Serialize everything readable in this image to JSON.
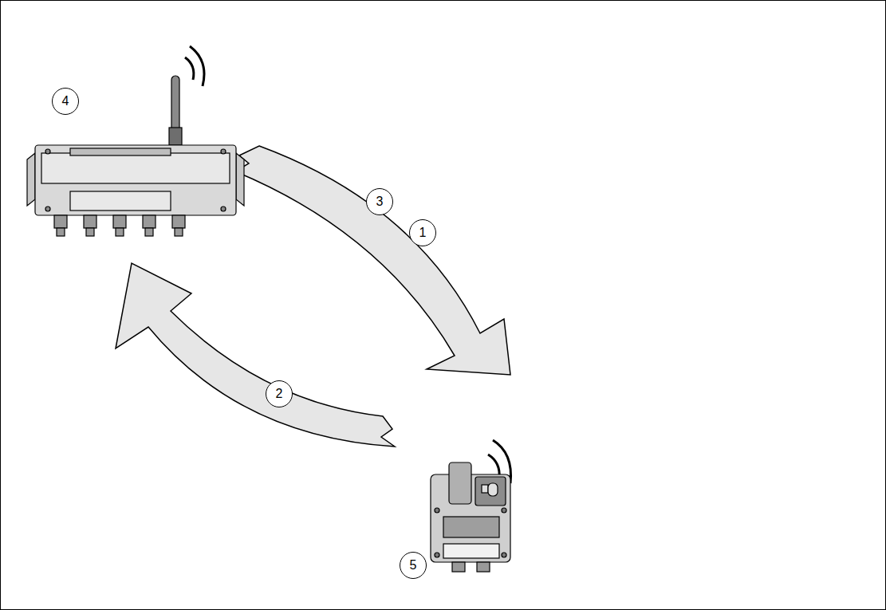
{
  "diagram": {
    "labels": [
      "4",
      "3",
      "1",
      "2",
      "5"
    ]
  }
}
